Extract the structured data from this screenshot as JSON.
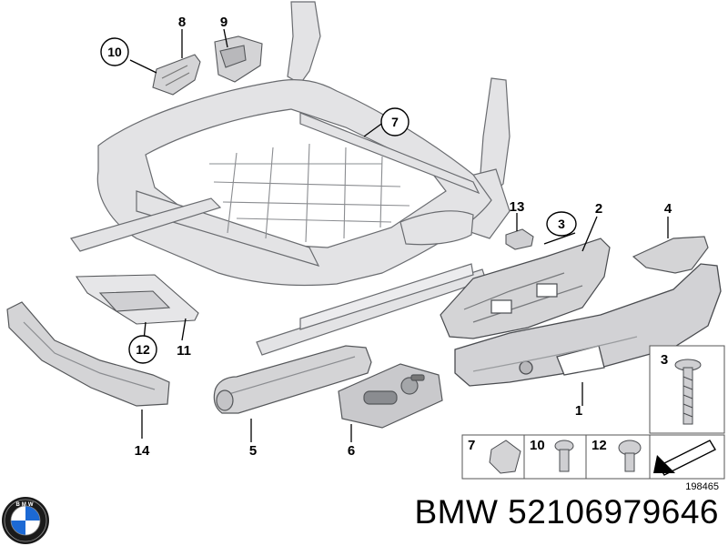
{
  "parts": [
    {
      "id": "p1",
      "number": "1"
    },
    {
      "id": "p2",
      "number": "2"
    },
    {
      "id": "p3",
      "number": "3"
    },
    {
      "id": "p3b",
      "number": "3"
    },
    {
      "id": "p4",
      "number": "4"
    },
    {
      "id": "p5",
      "number": "5"
    },
    {
      "id": "p6",
      "number": "6"
    },
    {
      "id": "p7",
      "number": "7"
    },
    {
      "id": "p8",
      "number": "8"
    },
    {
      "id": "p9",
      "number": "9"
    },
    {
      "id": "p10",
      "number": "10"
    },
    {
      "id": "p11",
      "number": "11"
    },
    {
      "id": "p12",
      "number": "12"
    },
    {
      "id": "p13",
      "number": "13"
    },
    {
      "id": "p14",
      "number": "14"
    }
  ],
  "legend": {
    "items": [
      {
        "number": "7"
      },
      {
        "number": "10"
      },
      {
        "number": "12"
      }
    ]
  },
  "diagram_ref": "198465",
  "caption": "BMW 52106979646",
  "colors": {
    "part_fill": "#d4d4d6",
    "part_stroke": "#55575a",
    "frame_fill": "#e3e3e5",
    "logo_blue": "#1c69d4"
  }
}
